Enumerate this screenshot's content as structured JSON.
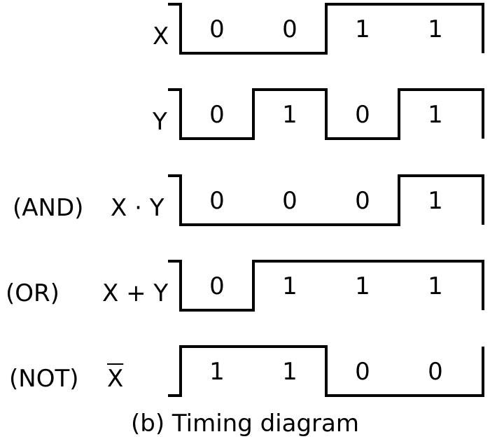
{
  "diagram": {
    "caption": "(b) Timing diagram",
    "rows": [
      {
        "gate": "",
        "signal": "X",
        "overline": false,
        "values": [
          0,
          0,
          1,
          1
        ]
      },
      {
        "gate": "",
        "signal": "Y",
        "overline": false,
        "values": [
          0,
          1,
          0,
          1
        ]
      },
      {
        "gate": "(AND)",
        "signal": "X · Y",
        "overline": false,
        "values": [
          0,
          0,
          0,
          1
        ]
      },
      {
        "gate": "(OR)",
        "signal": "X + Y",
        "overline": false,
        "values": [
          0,
          1,
          1,
          1
        ]
      },
      {
        "gate": "(NOT)",
        "signal": "X",
        "overline": true,
        "values": [
          1,
          1,
          0,
          0
        ]
      }
    ]
  }
}
